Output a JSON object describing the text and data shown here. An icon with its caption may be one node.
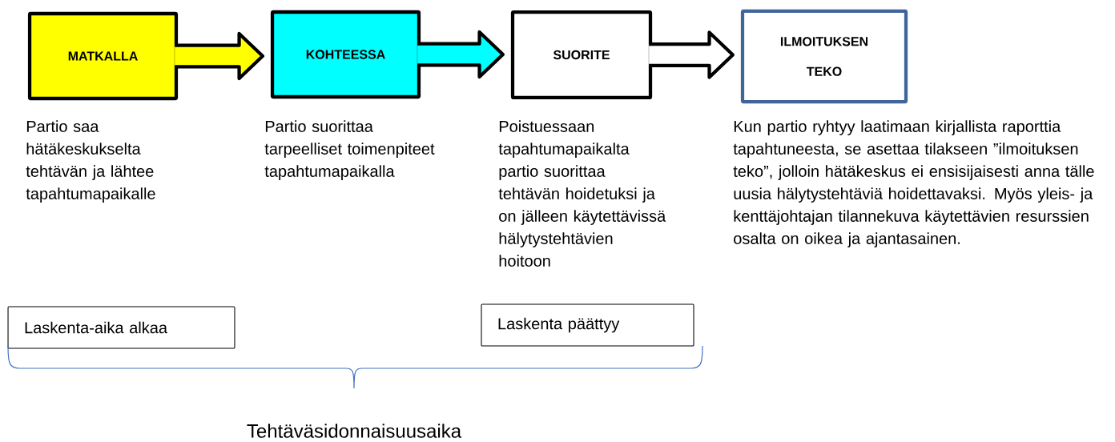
{
  "diagram": {
    "nodes": [
      {
        "text": [
          "MATKALLA"
        ],
        "beside": [
          "Partio saa hätäkeskukselta tehtävän ja lähtee tapahtumapaikalle"
        ]
      },
      {
        "text": [
          "KOHTEESSA"
        ],
        "beside": [
          "Partio suorittaa tarpeelliset toimenpiteet tapahtumapaikalla"
        ]
      },
      {
        "text": [
          "SUORITE"
        ],
        "beside": [
          "Poistuessaan tapahtumapaikalta partio suorittaa tehtävän hoidetuksi ja on jälleen käytettävissä hälytystehtävien hoitoon"
        ]
      },
      {
        "text": [
          "ILMOITUKSEN TEKO"
        ],
        "beside": [
          "Kun partio ryhtyy laatimaan kirjallista raporttia tapahtuneesta, se asettaa tilakseen ”ilmoituksen teko”, jolloin hätäkeskus ei ensisijaisesti anna tälle uusia hälytystehtäviä hoidettavaksi. Myös yleis- ja kenttäjohtajan tilannekuva käytettävien resurssien osalta on oikea ja ajantasainen."
        ]
      },
      {
        "text": [
          "Laskenta-aika alkaa"
        ]
      },
      {
        "text": [
          "Laskenta päättyy"
        ]
      }
    ],
    "edges": [
      {
        "from": 0,
        "to": 1,
        "arrow": "to"
      },
      {
        "from": 1,
        "to": 2,
        "arrow": "to"
      },
      {
        "from": 2,
        "to": 3,
        "arrow": "to"
      }
    ],
    "labels": [
      "Tehtäväsidonnaisuusaika"
    ]
  }
}
